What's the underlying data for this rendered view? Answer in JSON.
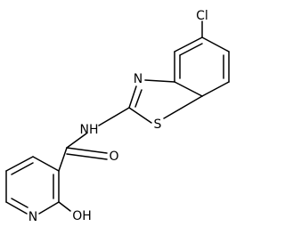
{
  "atoms": {
    "cl": "Cl",
    "n_thiazole": "N",
    "s_thiazole": "S",
    "nh": "NH",
    "o_carbonyl": "O",
    "n_pyridine": "N",
    "oh": "OH"
  }
}
